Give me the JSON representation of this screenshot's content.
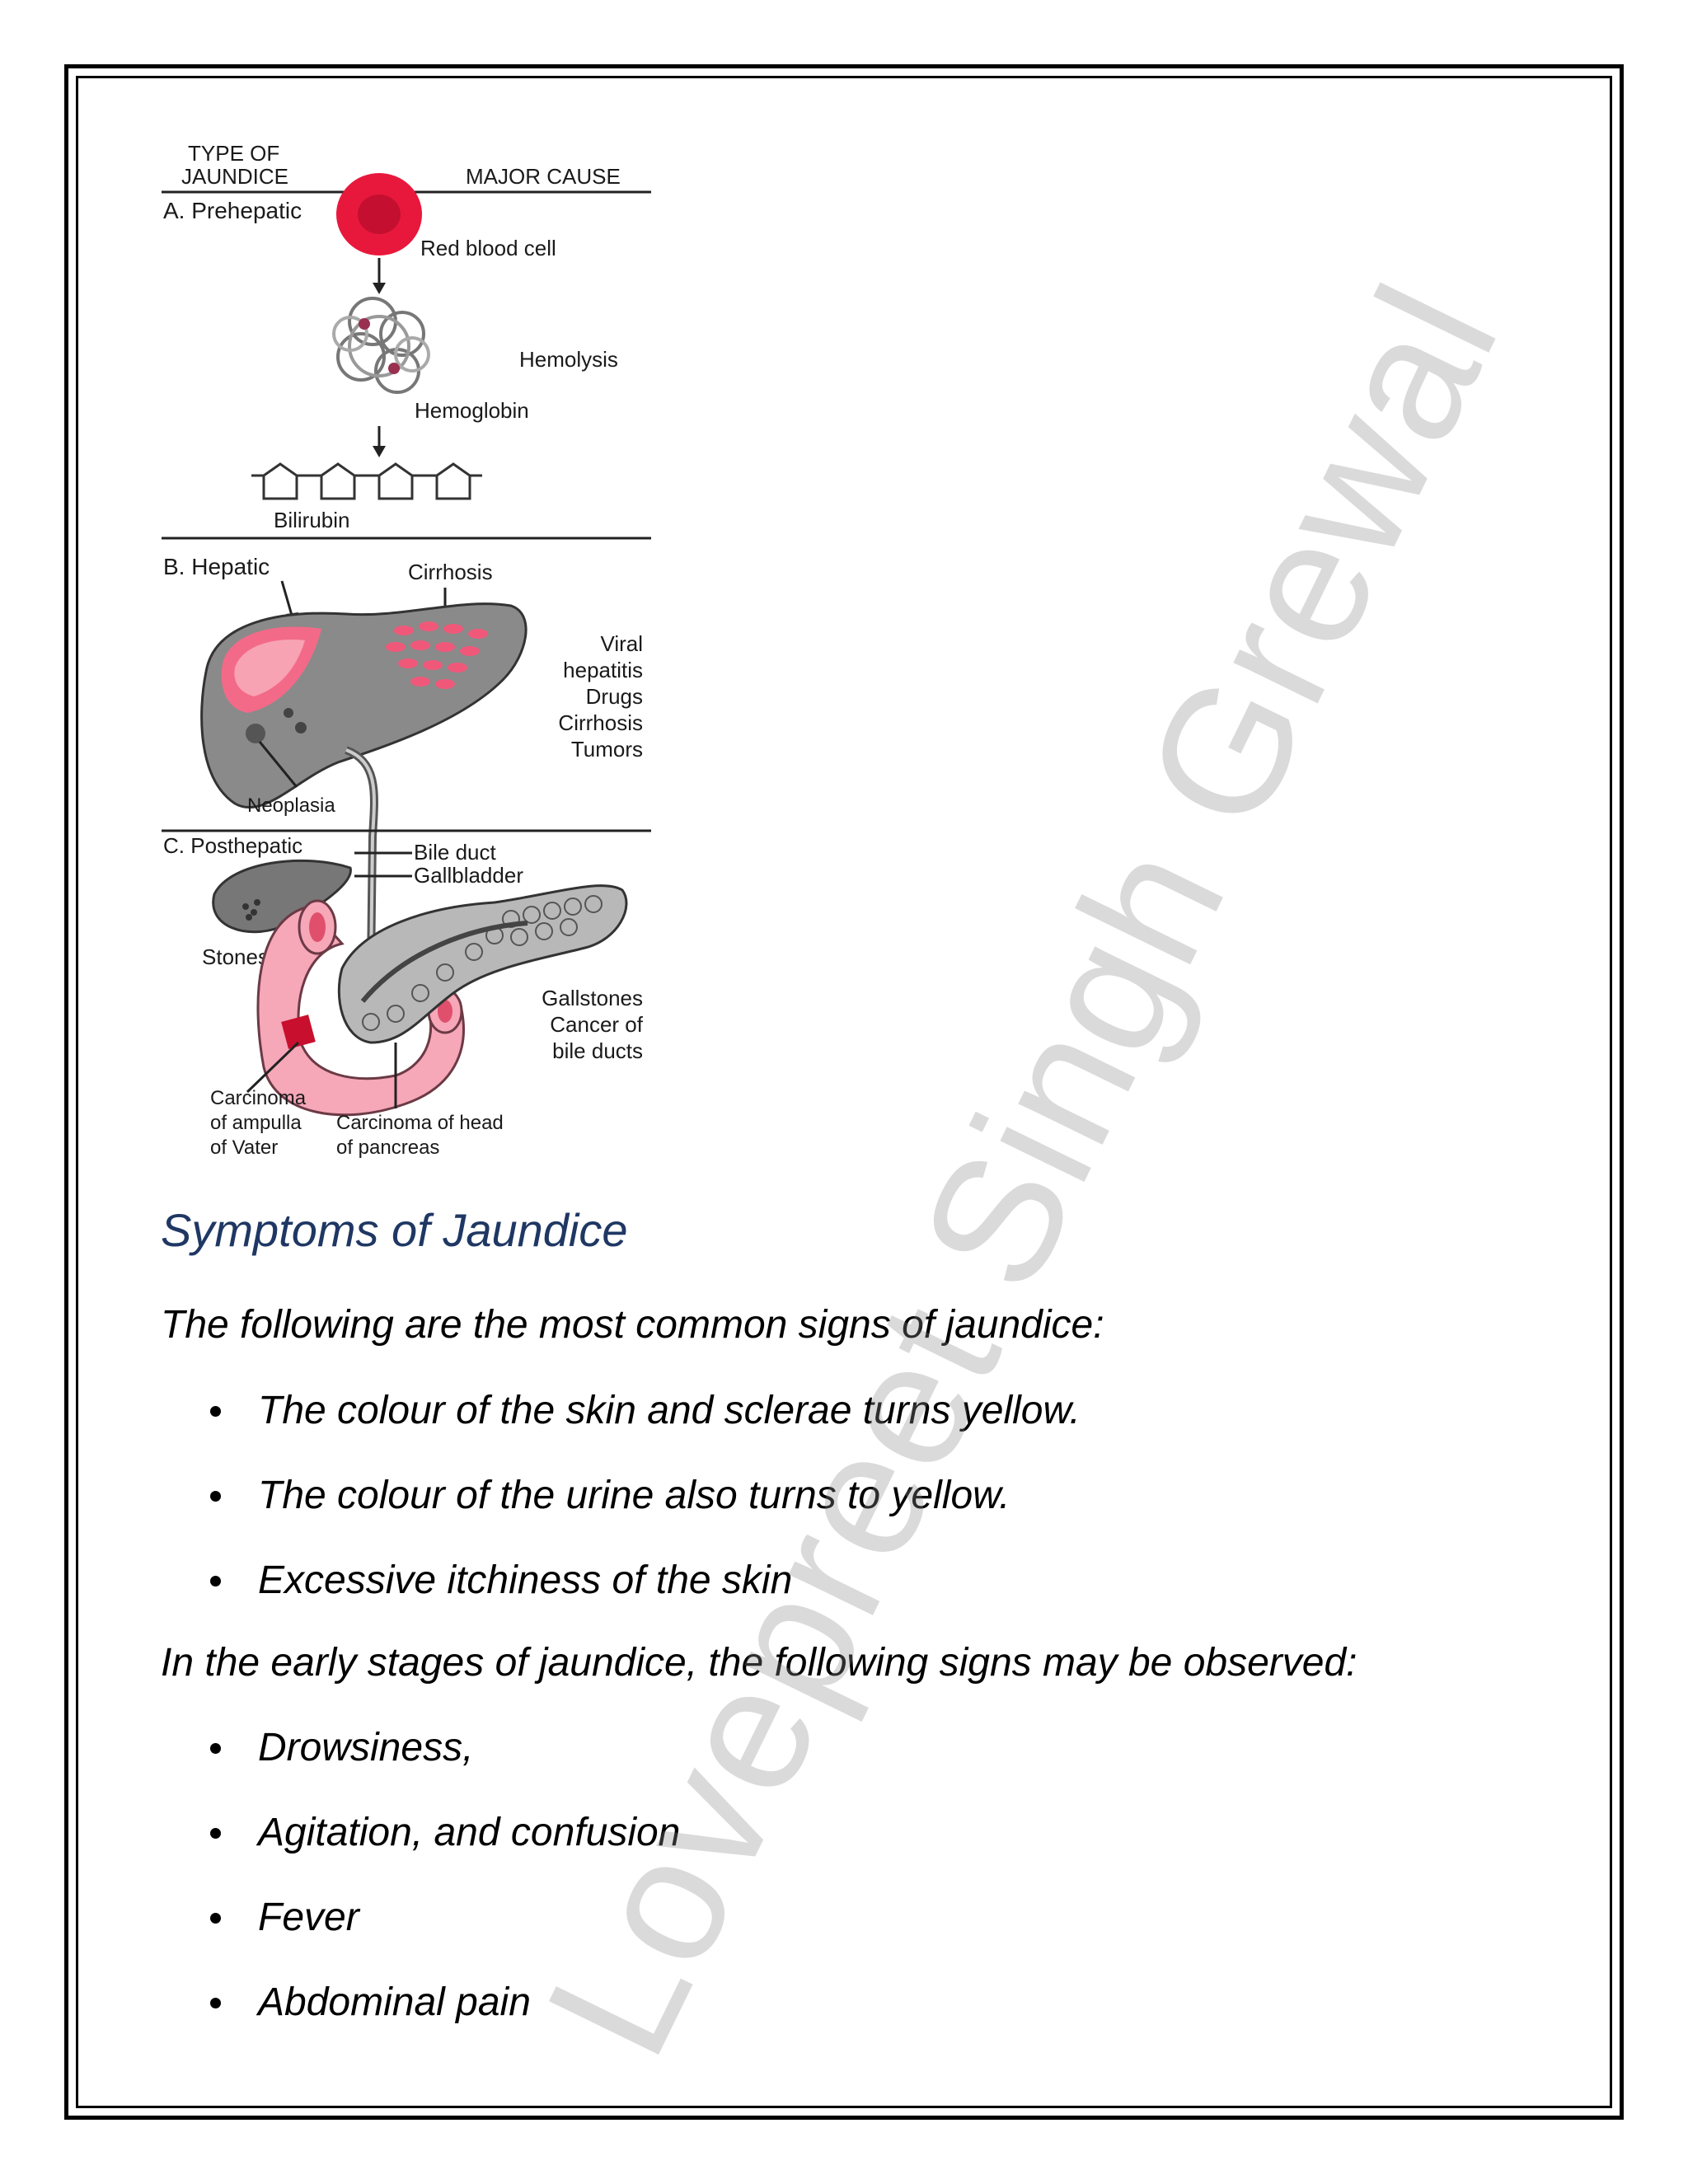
{
  "diagram": {
    "header_type": [
      "TYPE OF",
      "JAUNDICE"
    ],
    "header_cause": "MAJOR CAUSE",
    "section_a": "A. Prehepatic",
    "red_blood_cell": "Red blood cell",
    "hemolysis": "Hemolysis",
    "hemoglobin": "Hemoglobin",
    "bilirubin": "Bilirubin",
    "section_b": "B. Hepatic",
    "cirrhosis": "Cirrhosis",
    "hepatic_causes": [
      "Viral",
      "hepatitis",
      "Drugs",
      "Cirrhosis",
      "Tumors"
    ],
    "neoplasia": "Neoplasia",
    "section_c": "C. Posthepatic",
    "bile_duct": "Bile duct",
    "gallbladder": "Gallbladder",
    "stones": "Stones",
    "posthepatic_causes": [
      "Gallstones",
      "Cancer of",
      "bile ducts"
    ],
    "carcinoma_ampulla": [
      "Carcinoma",
      "of ampulla",
      "of Vater"
    ],
    "carcinoma_pancreas": [
      "Carcinoma of head",
      "of pancreas"
    ],
    "colors": {
      "accent_pink": "#f0587a",
      "red_cell": "#e8183c",
      "organ_gray": "#8a8a8a"
    }
  },
  "heading": "Symptoms of Jaundice",
  "intro": "The following are the most common signs of jaundice:",
  "signs": [
    "The colour of the skin and sclerae turns yellow.",
    "The colour of the urine also turns to yellow.",
    "Excessive itchiness of the skin"
  ],
  "early_intro": "In the early stages of jaundice, the following signs may be observed:",
  "early_signs": [
    "Drowsiness,",
    "Agitation, and confusion",
    "Fever",
    "Abdominal pain"
  ],
  "watermark": "Lovepreet Singh Grewal"
}
